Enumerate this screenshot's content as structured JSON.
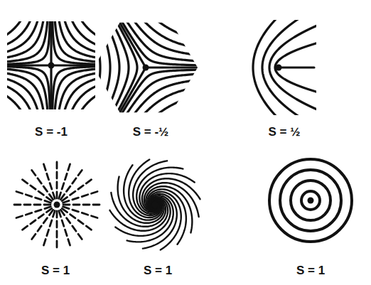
{
  "diagram": {
    "labels": [
      "S = -1",
      "S = -½",
      "S = ½",
      "S = 1",
      "S = 1",
      "S = 1"
    ]
  }
}
